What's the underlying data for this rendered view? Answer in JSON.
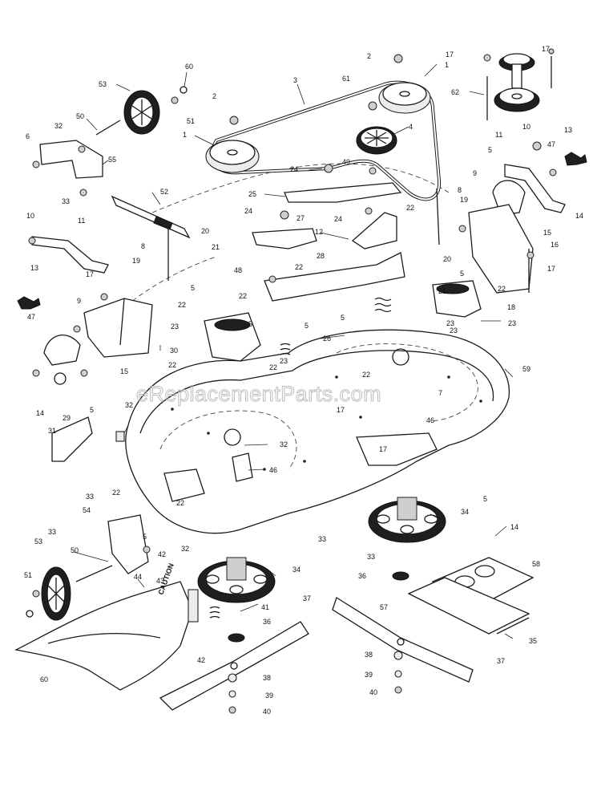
{
  "watermark": "eReplacementParts.com",
  "deflector_brand": "CAUTION",
  "callouts": {
    "c60a": "60",
    "c53a": "53",
    "c50a": "50",
    "c51a": "51",
    "c2a": "2",
    "c3": "3",
    "c61": "61",
    "c2b": "2",
    "c17a": "17",
    "c1a": "1",
    "c62": "62",
    "c1b": "1",
    "c4": "4",
    "c32a": "32",
    "c55": "55",
    "c6": "6",
    "c33a": "33",
    "c52": "52",
    "c24a": "24",
    "c49": "49",
    "c25": "25",
    "c24b": "24",
    "c27": "27",
    "c24c": "24",
    "c22a": "22",
    "c12": "12",
    "c8a": "8",
    "c10a": "10",
    "c11a": "11",
    "c8b": "8",
    "c20a": "20",
    "c21a": "21",
    "c19a": "19",
    "c48": "48",
    "c22b": "22",
    "c28": "28",
    "c13a": "13",
    "c17b": "17",
    "c5a": "5",
    "c22c": "22",
    "c22d": "22",
    "c9": "9",
    "c47a": "47",
    "c23a": "23",
    "c5b": "5",
    "c5c": "5",
    "c5d": "5",
    "c30": "30",
    "c26": "26",
    "c22e": "22",
    "c23b": "23",
    "c15a": "15",
    "c14a": "14",
    "c29": "29",
    "c5e": "5",
    "c32b": "32",
    "c31": "31",
    "c22f": "22",
    "c17c": "17",
    "c32c": "32",
    "c46a": "46",
    "c46b": "46",
    "c17d": "17",
    "c22g": "22",
    "c33b": "33",
    "c33c": "33",
    "c54": "54",
    "c33d": "33",
    "c32d": "32",
    "c5f": "5",
    "c42a": "42",
    "c43": "43",
    "c34a": "34",
    "c34b": "34",
    "c33e": "33",
    "c33f": "33",
    "c53b": "53",
    "c50b": "50",
    "c51b": "51",
    "c44": "44",
    "c41": "41",
    "c36a": "36",
    "c37a": "37",
    "c42b": "42",
    "c38a": "38",
    "c39a": "39",
    "c40a": "40",
    "c60b": "60",
    "c5g": "5",
    "c14b": "14",
    "c58": "58",
    "c36b": "36",
    "c57": "57",
    "c35": "35",
    "c38b": "38",
    "c39b": "39",
    "c40b": "40",
    "c37b": "37",
    "c17e": "17",
    "c10b": "10",
    "c11b": "11",
    "c13b": "13",
    "c47b": "47",
    "c5h": "5",
    "c14c": "14",
    "c9b": "9",
    "c19b": "19",
    "c15b": "15",
    "c16": "16",
    "c20b": "20",
    "c17f": "17",
    "c21b": "21",
    "c5i": "5",
    "c22h": "22",
    "c18": "18",
    "c23c": "23",
    "c23d": "23",
    "c22i": "22",
    "c59": "59",
    "c7": "7",
    "c22j": "22",
    "c23e": "23"
  }
}
